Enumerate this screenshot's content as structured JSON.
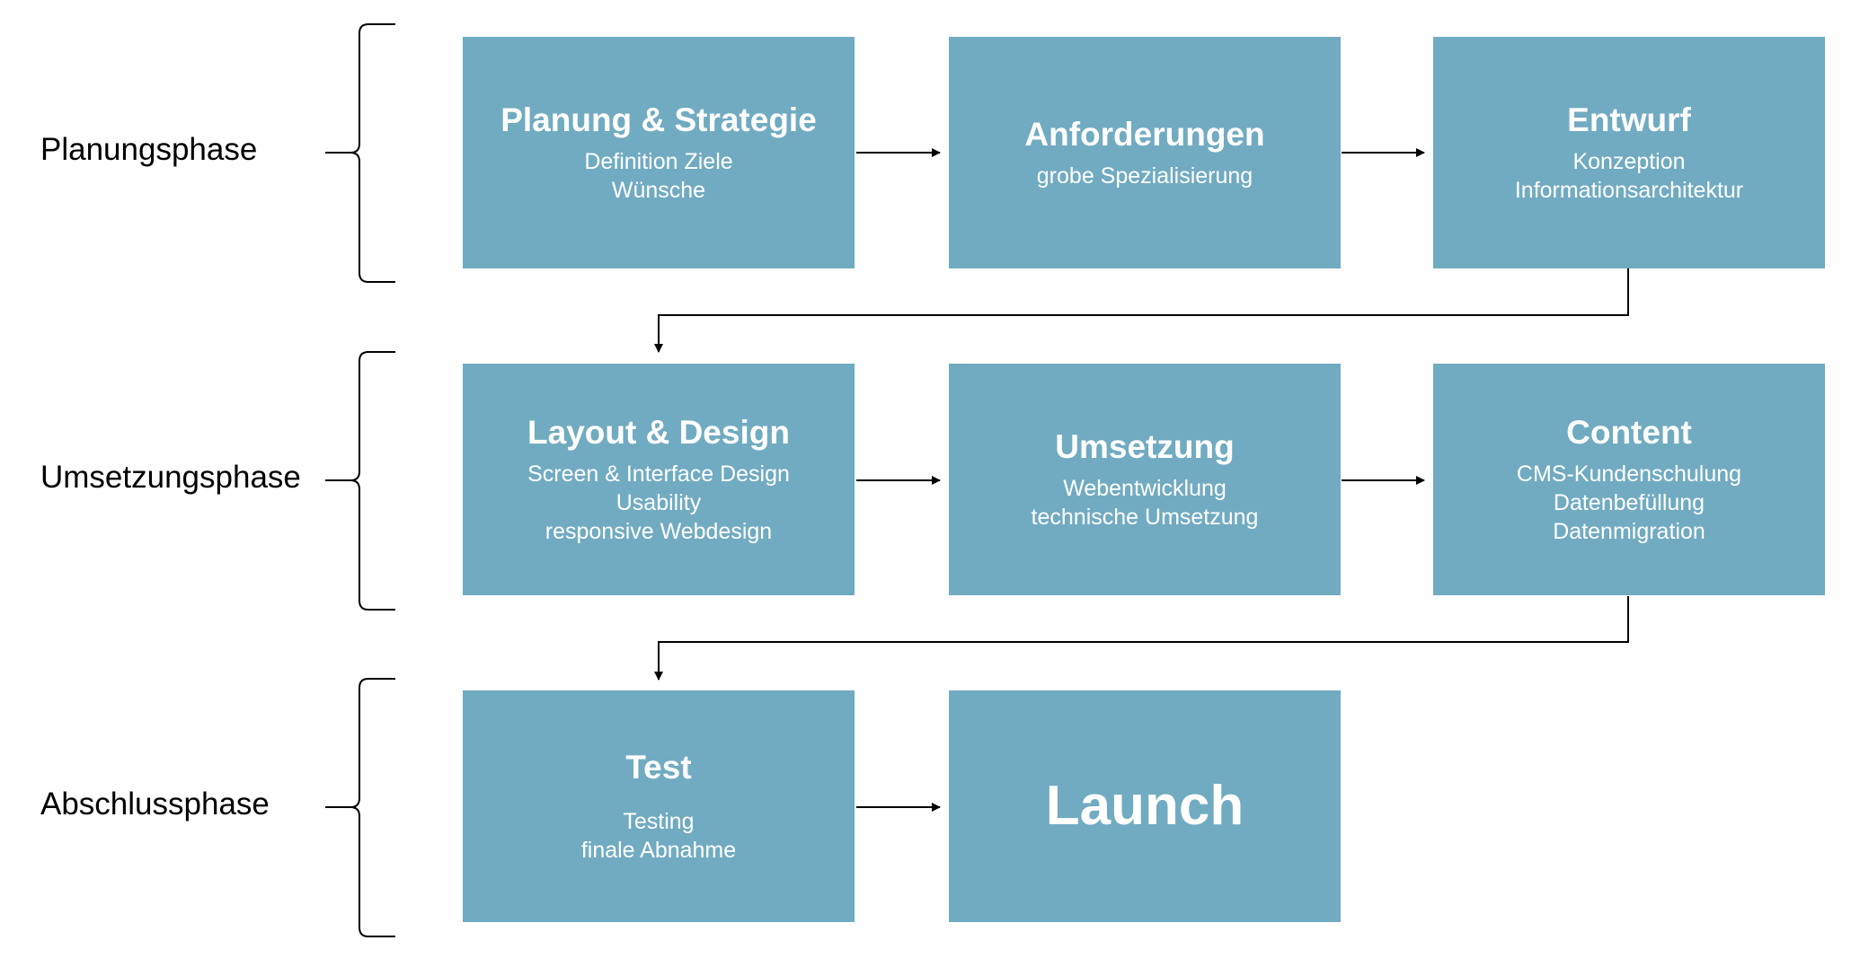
{
  "phases": [
    {
      "label": "Planungsphase"
    },
    {
      "label": "Umsetzungsphase"
    },
    {
      "label": "Abschlussphase"
    }
  ],
  "boxes": [
    {
      "title": "Planung & Strategie",
      "lines": [
        "Definition Ziele",
        "Wünsche"
      ]
    },
    {
      "title": "Anforderungen",
      "lines": [
        "grobe Spezialisierung"
      ]
    },
    {
      "title": "Entwurf",
      "lines": [
        "Konzeption",
        "Informationsarchitektur"
      ]
    },
    {
      "title": "Layout & Design",
      "lines": [
        "Screen & Interface Design",
        "Usability",
        "responsive Webdesign"
      ]
    },
    {
      "title": "Umsetzung",
      "lines": [
        "Webentwicklung",
        "technische Umsetzung"
      ]
    },
    {
      "title": "Content",
      "lines": [
        "CMS-Kundenschulung",
        "Datenbefüllung",
        "Datenmigration"
      ]
    },
    {
      "title": "Test",
      "lines": [
        "Testing",
        "finale Abnahme"
      ]
    },
    {
      "title": "Launch",
      "lines": []
    }
  ],
  "colors": {
    "box_fill": "#71abc1",
    "box_text": "#ffffff",
    "connector": "#000000"
  }
}
